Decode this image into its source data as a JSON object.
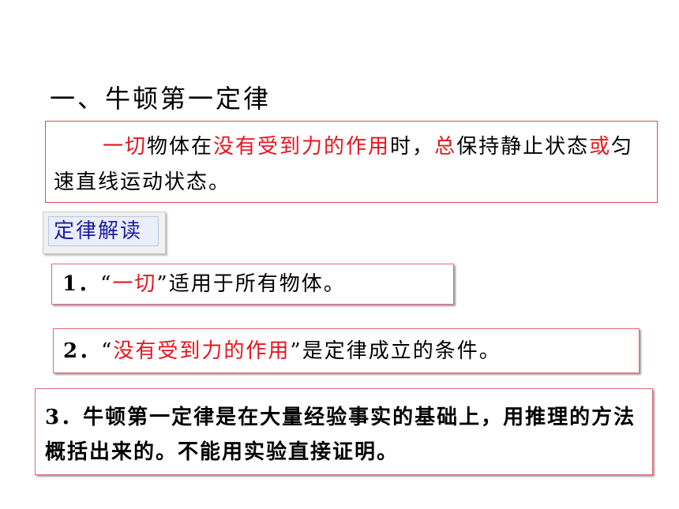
{
  "title": "一、牛顿第一定律",
  "definition": {
    "seg1": "一切",
    "seg2": "物体在",
    "seg3": "没有受到力的作用",
    "seg4": "时，",
    "seg5": "总",
    "seg6": "保持静止状态",
    "seg7": "或",
    "seg8": "匀速直线运动状态。"
  },
  "tag_label": "定律解读",
  "point1": {
    "num": "1．",
    "open_quote": "“",
    "highlight": "一切",
    "close_quote": "”",
    "rest": "适用于所有物体。"
  },
  "point2": {
    "num": "2．",
    "open_quote": "“",
    "highlight": "没有受到力的作用",
    "close_quote": "”",
    "rest": "是定律成立的条件。"
  },
  "point3": {
    "num": "3．",
    "text": "牛顿第一定律是在大量经验事实的基础上，用推理的方法概括出来的。不能用实验直接证明。"
  },
  "colors": {
    "highlight": "#e8141e",
    "tag_text": "#1a1aa6",
    "box_border": "#e0455a"
  }
}
